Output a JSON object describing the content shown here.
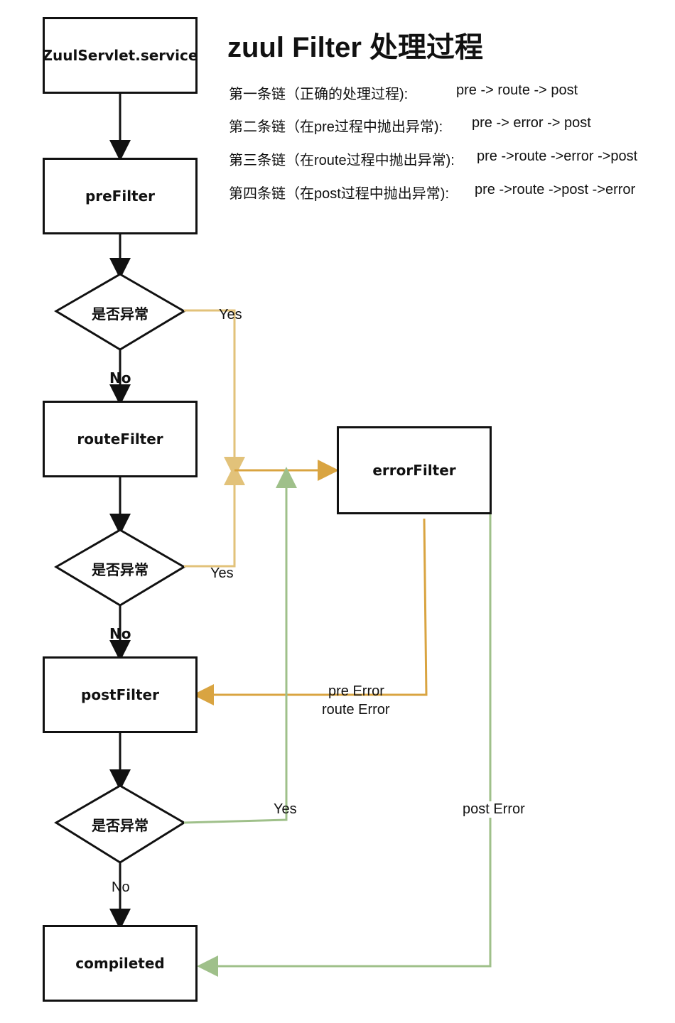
{
  "header": {
    "title": "zuul Filter 处理过程",
    "chains": [
      {
        "name": "第一条链（正确的处理过程):",
        "sequence": "pre -> route -> post"
      },
      {
        "name": "第二条链（在pre过程中抛出异常):",
        "sequence": "pre -> error -> post"
      },
      {
        "name": "第三条链（在route过程中抛出异常):",
        "sequence": "pre ->route ->error ->post"
      },
      {
        "name": "第四条链（在post过程中抛出异常):",
        "sequence": "pre ->route ->post ->error"
      }
    ]
  },
  "nodes": {
    "servlet": "ZuulServlet.service",
    "pre": "preFilter",
    "route": "routeFilter",
    "post": "postFilter",
    "error": "errorFilter",
    "done": "compileted"
  },
  "decisions": {
    "d1": "是否异常",
    "d2": "是否异常",
    "d3": "是否异常"
  },
  "edge_labels": {
    "yes1": "Yes",
    "no1": "No",
    "yes2": "Yes",
    "no2": "No",
    "yes3": "Yes",
    "no3": "No",
    "pre_error": "pre Error",
    "route_error": "route Error",
    "post_error": "post Error"
  },
  "colors": {
    "line_black": "#111111",
    "line_yellow": "#e2c27a",
    "line_orange": "#d9a441",
    "line_green": "#9fc08a"
  }
}
